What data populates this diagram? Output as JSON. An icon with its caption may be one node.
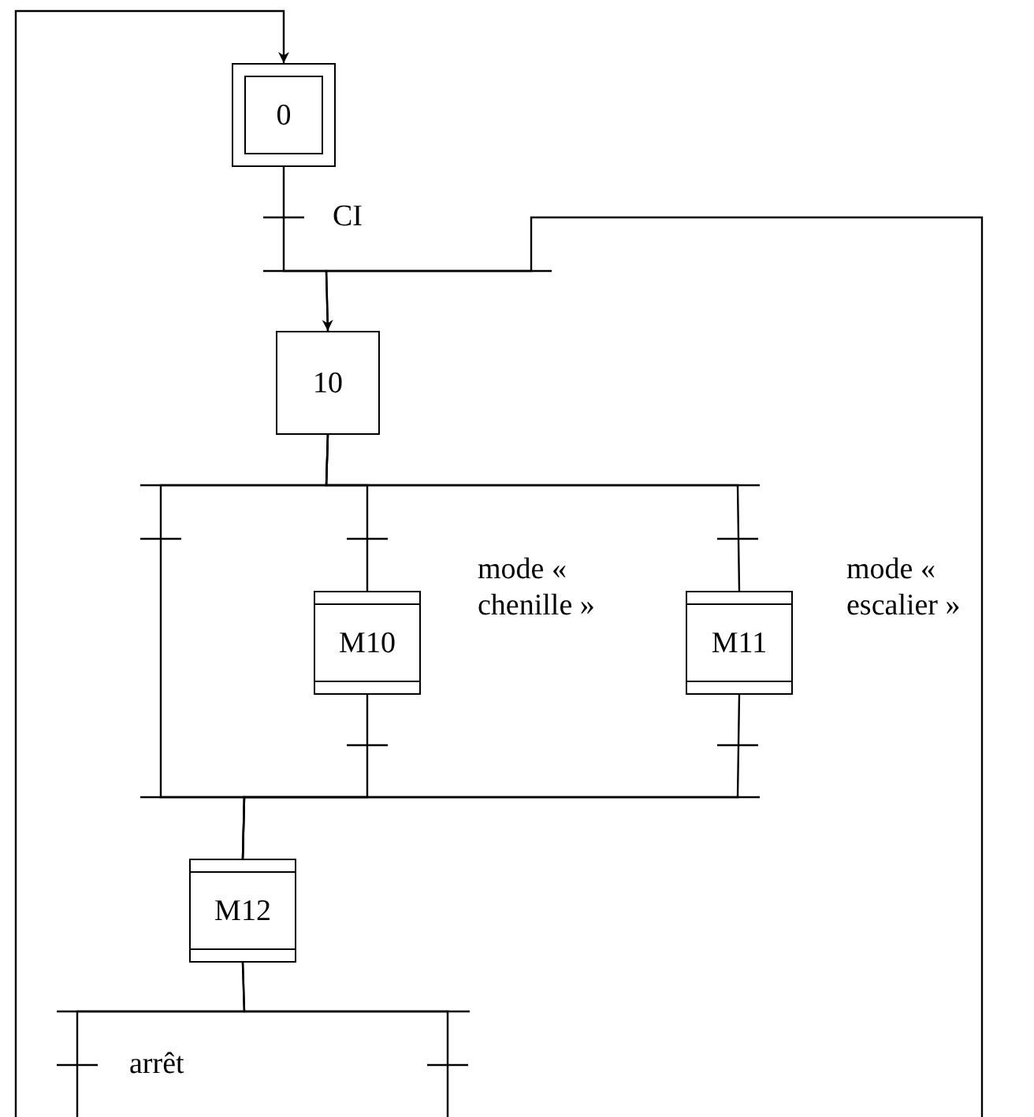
{
  "diagram": {
    "nodes": [
      {
        "text": [
          "0"
        ]
      },
      {
        "text": [
          "10"
        ]
      },
      {
        "text": [
          "M10"
        ],
        "beside": [
          "mode « chenille »"
        ]
      },
      {
        "text": [
          "M11"
        ],
        "beside": [
          "mode « escalier »"
        ]
      },
      {
        "text": [
          "M12"
        ]
      }
    ],
    "edges": [
      {
        "from": 0,
        "to": 1,
        "arrow": "none"
      },
      {
        "from": 1,
        "to": 2,
        "arrow": "none"
      },
      {
        "from": 1,
        "to": 3,
        "arrow": "none"
      },
      {
        "from": 1,
        "to": 4,
        "arrow": "none"
      },
      {
        "from": 2,
        "to": 4,
        "arrow": "none"
      },
      {
        "from": 3,
        "to": 4,
        "arrow": "none"
      },
      {
        "from": 4,
        "to": 0,
        "arrow": "to"
      },
      {
        "from": 4,
        "to": 1,
        "arrow": "to"
      }
    ],
    "labels": [
      "CI",
      "arrêt"
    ]
  }
}
